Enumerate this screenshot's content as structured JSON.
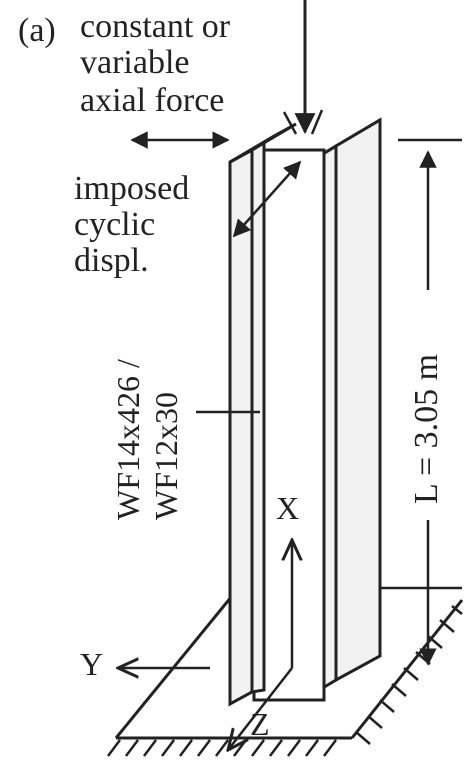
{
  "panel_label": "(a)",
  "load": {
    "line1": "constant or",
    "line2": "variable",
    "line3": "axial force"
  },
  "displacement": {
    "line1": "imposed",
    "line2": "cyclic",
    "line3": "displ."
  },
  "section": {
    "line1": "WF14x426 /",
    "line2": "WF12x30"
  },
  "length_label": "L = 3.05 m",
  "axes": {
    "x": "X",
    "y": "Y",
    "z": "Z"
  },
  "colors": {
    "ink": "#222222",
    "flange_fill": "#f2f2f2",
    "background": "#ffffff"
  }
}
